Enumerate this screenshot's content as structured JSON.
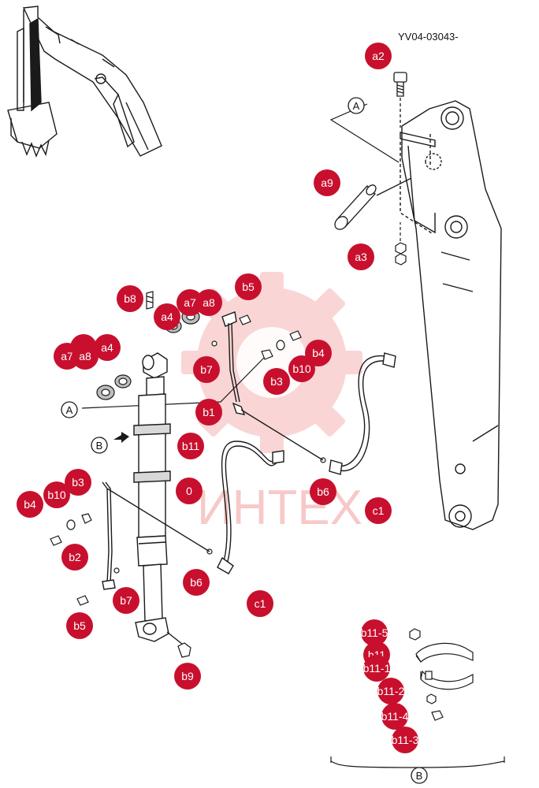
{
  "drawing_code": "YV04-03043-",
  "watermark_text": "ИНТЕХ",
  "colors": {
    "callout": "#c8102e",
    "line": "#1a1a1a",
    "watermark": "#ef8a8a"
  },
  "view_labels": {
    "a": "A",
    "b": "B"
  },
  "callouts": [
    {
      "id": "a2",
      "label": "a2"
    },
    {
      "id": "a9",
      "label": "a9"
    },
    {
      "id": "a3",
      "label": "a3"
    },
    {
      "id": "b8",
      "label": "b8"
    },
    {
      "id": "b5-top",
      "label": "b5"
    },
    {
      "id": "a4-right",
      "label": "a4"
    },
    {
      "id": "a7-right",
      "label": "a7"
    },
    {
      "id": "a8-right",
      "label": "a8"
    },
    {
      "id": "a6-left",
      "label": "a6"
    },
    {
      "id": "a4-left",
      "label": "a4"
    },
    {
      "id": "a7-left",
      "label": "a7"
    },
    {
      "id": "a8-left",
      "label": "a8"
    },
    {
      "id": "b4-top",
      "label": "b4"
    },
    {
      "id": "b10-top",
      "label": "b10"
    },
    {
      "id": "b7-top",
      "label": "b7"
    },
    {
      "id": "b3-top",
      "label": "b3"
    },
    {
      "id": "b1",
      "label": "b1"
    },
    {
      "id": "b11",
      "label": "b11"
    },
    {
      "id": "part-0",
      "label": "0"
    },
    {
      "id": "b10-left",
      "label": "b10"
    },
    {
      "id": "b3-left",
      "label": "b3"
    },
    {
      "id": "b4-left",
      "label": "b4"
    },
    {
      "id": "b2",
      "label": "b2"
    },
    {
      "id": "b6-bottom",
      "label": "b6"
    },
    {
      "id": "b7-bottom",
      "label": "b7"
    },
    {
      "id": "b6-right",
      "label": "b6"
    },
    {
      "id": "c1-right",
      "label": "c1"
    },
    {
      "id": "c1-bottom",
      "label": "c1"
    },
    {
      "id": "b5-bottom",
      "label": "b5"
    },
    {
      "id": "b9",
      "label": "b9"
    },
    {
      "id": "b11-5",
      "label": "b11-5"
    },
    {
      "id": "b11-detail",
      "label": "b11"
    },
    {
      "id": "b11-1",
      "label": "b11-1"
    },
    {
      "id": "b11-2",
      "label": "b11-2"
    },
    {
      "id": "b11-4",
      "label": "b11-4"
    },
    {
      "id": "b11-3",
      "label": "b11-3"
    }
  ]
}
